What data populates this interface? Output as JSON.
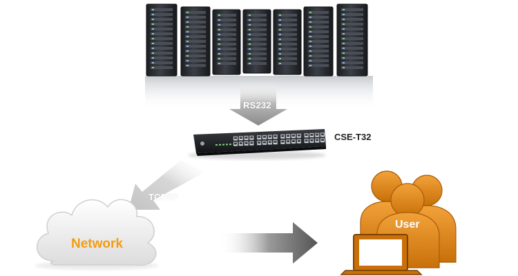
{
  "labels": {
    "rs232": "RS232",
    "device_model": "CSE-T32",
    "tcpip": "TCP/IP",
    "network": "Network",
    "user": "User"
  },
  "colors": {
    "network_text": "#f39c12",
    "user_orange": "#e0820a",
    "user_dark": "#a85a05",
    "server_body": "#2a2d33",
    "device_body": "#1c1d20",
    "port_green": "#7ed67a"
  },
  "icons": {
    "servers": "server-rack-icon",
    "device": "network-switch-icon",
    "cloud": "cloud-icon",
    "users": "user-group-icon",
    "laptop": "laptop-icon"
  }
}
